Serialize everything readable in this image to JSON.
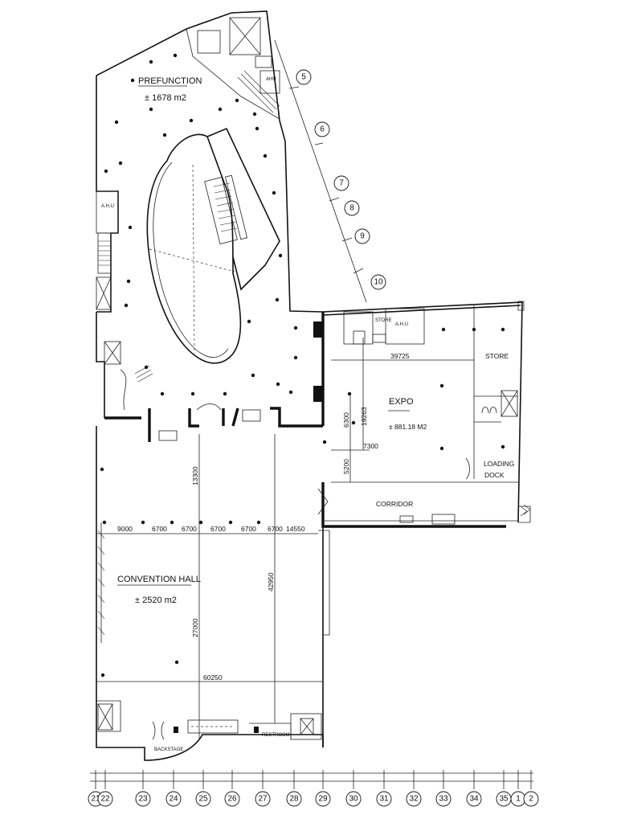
{
  "rooms": {
    "prefunction": {
      "name": "PREFUNCTION",
      "area": "± 1678 m2"
    },
    "convention": {
      "name": "CONVENTION HALL",
      "area": "± 2520 m2"
    },
    "expo": {
      "name": "EXPO",
      "area": "± 881.18 M2"
    },
    "store_main": "STORE",
    "store_small": "STORE",
    "ahu_expo": "A.H.U",
    "ahu_top": "AHU",
    "ahu_left": "A.H.U",
    "loading_dock_1": "LOADING",
    "loading_dock_2": "DOCK",
    "corridor": "CORRIDOR",
    "backstage": "BACKSTAGE",
    "restroom": "RESTROOM"
  },
  "dimensions": {
    "hall_row": [
      "9000",
      "6700",
      "6700",
      "6700",
      "6700",
      "6700",
      "14550"
    ],
    "hall_vertical_top": "13300",
    "hall_vertical_main": "27000",
    "hall_vertical_right": "42950",
    "hall_width": "60250",
    "expo_width": "39725",
    "expo_6300": "6300",
    "expo_19263": "19263",
    "expo_5200": "5200",
    "expo_7300": "7300"
  },
  "bottom_grid": [
    "21",
    "22",
    "23",
    "24",
    "25",
    "26",
    "27",
    "28",
    "29",
    "30",
    "31",
    "32",
    "33",
    "34",
    "35",
    "1",
    "2"
  ],
  "diagonal_grid": [
    "5",
    "6",
    "7",
    "8",
    "9",
    "10"
  ]
}
